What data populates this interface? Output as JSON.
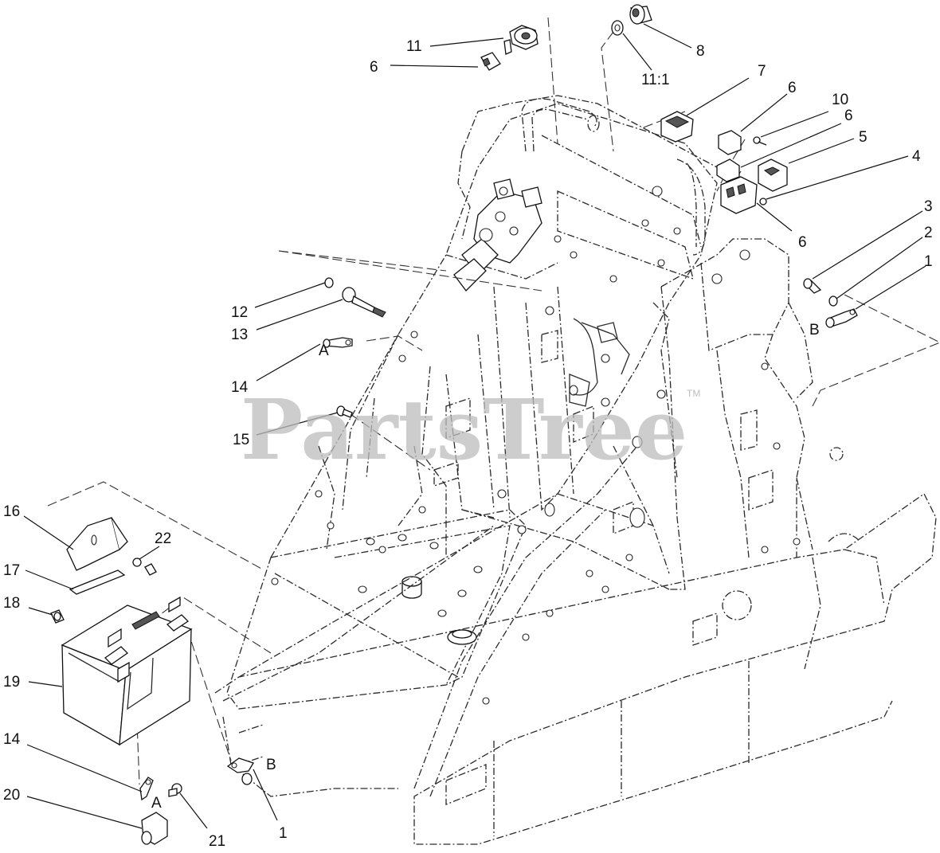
{
  "watermark": {
    "text": "PartsTree",
    "mark": "TM"
  },
  "callouts": [
    {
      "id": "c11-top",
      "text": "11"
    },
    {
      "id": "c6-top",
      "text": "6"
    },
    {
      "id": "c8",
      "text": "8"
    },
    {
      "id": "c11-1",
      "text": "11:1"
    },
    {
      "id": "c7",
      "text": "7"
    },
    {
      "id": "c6-a",
      "text": "6"
    },
    {
      "id": "c10",
      "text": "10"
    },
    {
      "id": "c6-b",
      "text": "6"
    },
    {
      "id": "c5",
      "text": "5"
    },
    {
      "id": "c4",
      "text": "4"
    },
    {
      "id": "c6-c",
      "text": "6"
    },
    {
      "id": "c3",
      "text": "3"
    },
    {
      "id": "c2",
      "text": "2"
    },
    {
      "id": "c1-right",
      "text": "1"
    },
    {
      "id": "cB-right",
      "text": "B"
    },
    {
      "id": "c12",
      "text": "12"
    },
    {
      "id": "c13",
      "text": "13"
    },
    {
      "id": "cA-mid",
      "text": "A"
    },
    {
      "id": "c14-mid",
      "text": "14"
    },
    {
      "id": "c15",
      "text": "15"
    },
    {
      "id": "c16",
      "text": "16"
    },
    {
      "id": "c22",
      "text": "22"
    },
    {
      "id": "c17",
      "text": "17"
    },
    {
      "id": "c18",
      "text": "18"
    },
    {
      "id": "c19",
      "text": "19"
    },
    {
      "id": "c14-low",
      "text": "14"
    },
    {
      "id": "cB-low",
      "text": "B"
    },
    {
      "id": "c20",
      "text": "20"
    },
    {
      "id": "cA-low",
      "text": "A"
    },
    {
      "id": "c21",
      "text": "21"
    },
    {
      "id": "c1-low",
      "text": "1"
    }
  ]
}
